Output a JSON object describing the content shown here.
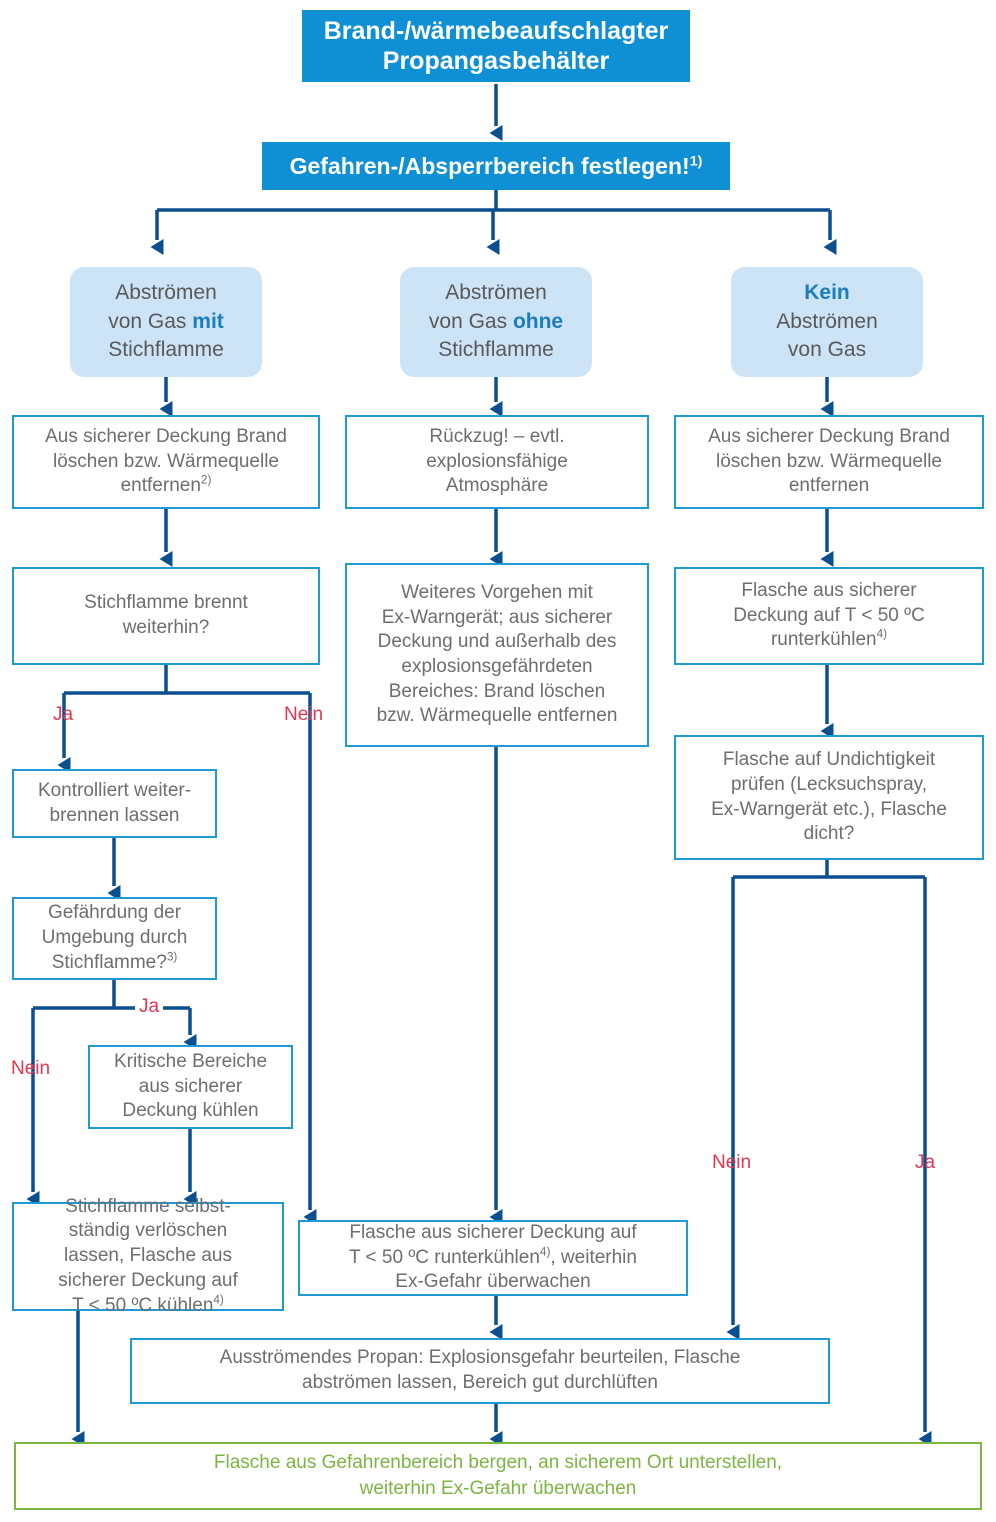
{
  "diagram": {
    "title_node": {
      "line1": "Brand-/wärmebeaufschlagter",
      "line2": "Propangasbehälter"
    },
    "step2": {
      "text": "Gefahren-/Absperrbereich festlegen!",
      "footnote": "1)"
    },
    "branches": [
      {
        "l1": "Abströmen",
        "l2a": "von Gas ",
        "l2b": "mit",
        "l3": "Stichflamme"
      },
      {
        "l1": "Abströmen",
        "l2a": "von Gas ",
        "l2b": "ohne",
        "l3": "Stichflamme"
      },
      {
        "l1b": "Kein",
        "l2": "Abströmen",
        "l3": "von Gas"
      }
    ],
    "nodes": {
      "left_extinguish": {
        "line1": "Aus sicherer Deckung Brand",
        "line2": "löschen bzw. Wärmequelle",
        "line3": "entfernen",
        "footnote": "2)"
      },
      "mid_retreat": {
        "line1": "Rückzug! – evtl.",
        "line2": "explosionsfähige",
        "line3": "Atmosphäre"
      },
      "right_extinguish": {
        "line1": "Aus sicherer Deckung Brand",
        "line2": "löschen bzw. Wärmequelle",
        "line3": "entfernen"
      },
      "left_decision1": {
        "line1": "Stichflamme brennt",
        "line2": "weiterhin?"
      },
      "mid_procedure": {
        "line1": "Weiteres Vorgehen mit",
        "line2": "Ex-Warngerät; aus sicherer",
        "line3": "Deckung und außerhalb des",
        "line4": "explosionsgefährdeten",
        "line5": "Bereiches: Brand löschen",
        "line6": "bzw. Wärmequelle entfernen"
      },
      "right_cooldown": {
        "line1": "Flasche aus sicherer",
        "line2": "Deckung auf T < 50 ºC",
        "line3": "runterkühlen",
        "footnote": "4)"
      },
      "right_leakcheck": {
        "line1": "Flasche auf Undichtigkeit",
        "line2": "prüfen (Lecksuchspray,",
        "line3": "Ex-Warngerät etc.), Flasche",
        "line4": "dicht?"
      },
      "left_burn": {
        "line1": "Kontrolliert weiter-",
        "line2": "brennen lassen"
      },
      "left_decision2": {
        "line1": "Gefährdung der",
        "line2": "Umgebung durch",
        "line3": "Stichflamme?",
        "footnote": "3)"
      },
      "left_coolcritical": {
        "line1": "Kritische Bereiche",
        "line2": "aus sicherer",
        "line3": "Deckung kühlen"
      },
      "left_selfextinguish": {
        "line1": "Stichflamme selbst-",
        "line2": "ständig verlöschen",
        "line3": "lassen, Flasche aus",
        "line4": "sicherer Deckung auf",
        "line5": "T < 50 ºC kühlen",
        "footnote": "4)"
      },
      "mid_cooldown": {
        "line1": "Flasche aus sicherer Deckung auf",
        "line2a": "T < 50 ºC runterkühlen",
        "footnote": "4)",
        "line2b": ", weiterhin",
        "line3": "Ex-Gefahr überwachen"
      },
      "propane_escape": {
        "line1": "Ausströmendes Propan: Explosionsgefahr beurteilen, Flasche",
        "line2": "abströmen lassen, Bereich gut durchlüften"
      },
      "final_green": {
        "line1": "Flasche aus Gefahrenbereich bergen, an sicherem Ort unterstellen,",
        "line2": "weiterhin Ex-Gefahr überwachen"
      }
    },
    "edge_labels": {
      "l_d1_yes": "Ja",
      "l_d1_no": "Nein",
      "l_d2_yes": "Ja",
      "l_d2_no": "Nein",
      "r_leak_no": "Nein",
      "r_leak_yes": "Ja"
    },
    "colors": {
      "header_blue": "#0f90d4",
      "branch_fill": "#cce4f6",
      "box_border": "#1e9bd7",
      "wire_navy": "#0b4f8f",
      "label_red": "#e8344e",
      "green": "#7cb542",
      "text_gray": "#6d6e71"
    }
  }
}
